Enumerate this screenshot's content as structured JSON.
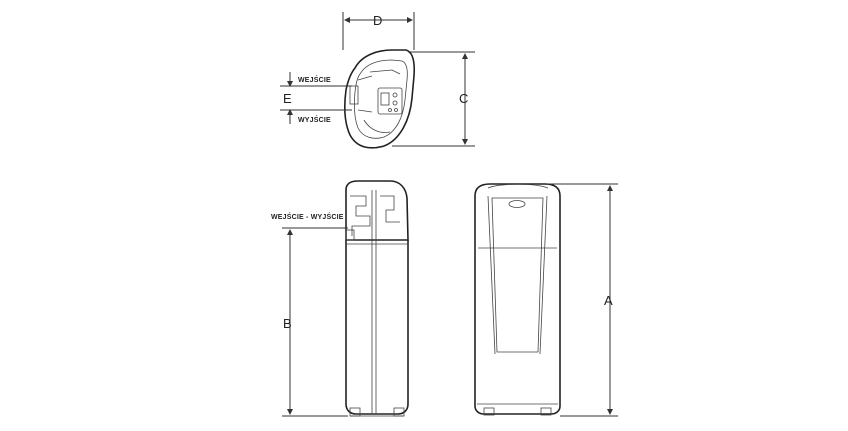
{
  "labels": {
    "dim_a": "A",
    "dim_b": "B",
    "dim_c": "C",
    "dim_d": "D",
    "dim_e": "E",
    "inlet": "WEJŚCIE",
    "outlet": "WYJŚCIE",
    "inlet_outlet": "WEJŚCIE - WYJŚCIE"
  },
  "colors": {
    "line": "#222222",
    "background": "#ffffff"
  }
}
